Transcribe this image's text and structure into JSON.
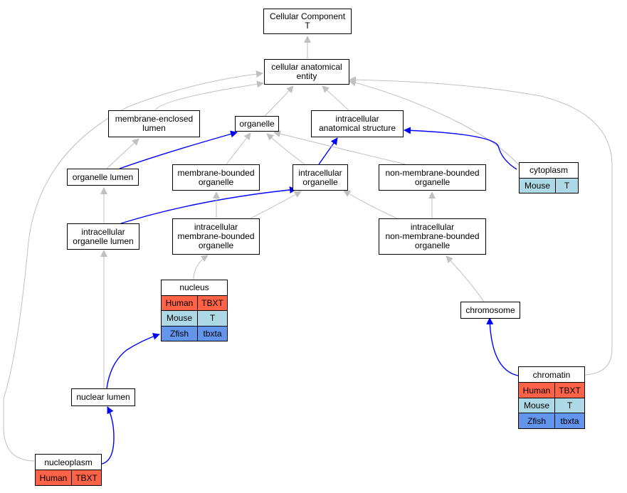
{
  "colors": {
    "edge_gray": "#c0c0c0",
    "edge_blue": "#0000ff",
    "human": "#ff6347",
    "mouse": "#add8e6",
    "zfish": "#6495ed"
  },
  "nodes": {
    "cellular_component": {
      "line1": "Cellular Component",
      "line2": "T"
    },
    "cellular_anatomical_entity": {
      "line1": "cellular anatomical",
      "line2": "entity"
    },
    "membrane_enclosed_lumen": {
      "line1": "membrane-enclosed",
      "line2": "lumen"
    },
    "organelle": {
      "line1": "organelle"
    },
    "intracellular_anatomical_structure": {
      "line1": "intracellular",
      "line2": "anatomical structure"
    },
    "organelle_lumen": {
      "line1": "organelle lumen"
    },
    "membrane_bounded_organelle": {
      "line1": "membrane-bounded",
      "line2": "organelle"
    },
    "intracellular_organelle": {
      "line1": "intracellular",
      "line2": "organelle"
    },
    "non_membrane_bounded_organelle": {
      "line1": "non-membrane-bounded",
      "line2": "organelle"
    },
    "intracellular_organelle_lumen": {
      "line1": "intracellular",
      "line2": "organelle lumen"
    },
    "intracellular_membrane_bounded_organelle": {
      "line1": "intracellular",
      "line2": "membrane-bounded",
      "line3": "organelle"
    },
    "intracellular_non_membrane_bounded_organelle": {
      "line1": "intracellular",
      "line2": "non-membrane-bounded",
      "line3": "organelle"
    },
    "chromosome": {
      "line1": "chromosome"
    },
    "nuclear_lumen": {
      "line1": "nuclear lumen"
    }
  },
  "records": {
    "cytoplasm": {
      "title": "cytoplasm",
      "rows": [
        {
          "species": "Mouse",
          "gene": "T",
          "color": "mouse"
        }
      ]
    },
    "nucleus": {
      "title": "nucleus",
      "rows": [
        {
          "species": "Human",
          "gene": "TBXT",
          "color": "human"
        },
        {
          "species": "Mouse",
          "gene": "T",
          "color": "mouse"
        },
        {
          "species": "Zfish",
          "gene": "tbxta",
          "color": "zfish"
        }
      ]
    },
    "chromatin": {
      "title": "chromatin",
      "rows": [
        {
          "species": "Human",
          "gene": "TBXT",
          "color": "human"
        },
        {
          "species": "Mouse",
          "gene": "T",
          "color": "mouse"
        },
        {
          "species": "Zfish",
          "gene": "tbxta",
          "color": "zfish"
        }
      ]
    },
    "nucleoplasm": {
      "title": "nucleoplasm",
      "rows": [
        {
          "species": "Human",
          "gene": "TBXT",
          "color": "human"
        }
      ]
    }
  }
}
